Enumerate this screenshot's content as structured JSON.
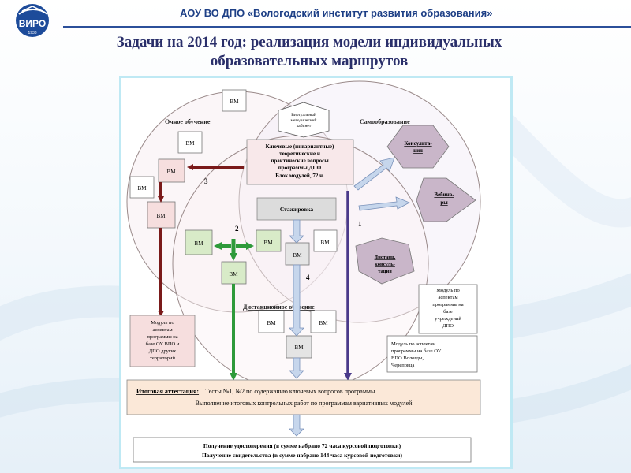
{
  "header": {
    "logo_text": "ВИРО",
    "logo_year": "1938",
    "org": "АОУ ВО ДПО «Вологодский институт развития образования»",
    "title_line1": "Задачи на 2014 год: реализация модели индивидуальных",
    "title_line2": "образовательных маршрутов"
  },
  "diagram": {
    "circles": {
      "in_person": "Очное обучение",
      "self_education": "Самообразование",
      "distance": "Дистанционное обучение"
    },
    "virtual_cabinet": [
      "Виртуальный",
      "методический",
      "кабинет"
    ],
    "core_block": [
      "Ключевые (инвариантные)",
      "теоретические и",
      "практические вопросы",
      "программы ДПО",
      "Блок модулей, 72 ч."
    ],
    "internship": "Стажировка",
    "vm": "ВМ",
    "consultation": [
      "Консульта-",
      "ция"
    ],
    "webinars": [
      "Вебина-",
      "ры"
    ],
    "distance_consult": [
      "Дистанц.",
      "консуль-",
      "тация"
    ],
    "numbers": [
      "1",
      "2",
      "3",
      "4"
    ],
    "module_left": [
      "Модуль по",
      "аспектам",
      "программы на",
      "базе ОУ ВПО и",
      "ДПО других",
      "территорий"
    ],
    "module_right": [
      "Модуль по",
      "аспектам",
      "программы на",
      "базе",
      "учреждений",
      "ДПО"
    ],
    "module_vologda": [
      "Модуль по аспектам",
      "программы на базе ОУ",
      "ВПО Вологды,",
      "Череповца"
    ],
    "attestation": {
      "label": "Итоговая аттестация:",
      "text1": "Тесты №1, №2 по содержанию ключевых вопросов программы",
      "text2": "Выполнение итоговых контрольных работ по программам вариативных модулей"
    },
    "result": {
      "line1": "Получение удостоверения (в сумме набрано 72 часа курсовой подготовки)",
      "line2": "Получение свидетельства (в сумме набрано 144 часа курсовой подготовки)"
    }
  },
  "colors": {
    "dark_red": "#7a1a1a",
    "green": "#2e9a3a",
    "purple": "#4a3a8a",
    "light_blue": "#b9cde6",
    "pink_box": "#f6dede",
    "green_box": "#d8ebc8",
    "gray_box": "#e4e4e4",
    "peach": "#fbe8d8"
  }
}
